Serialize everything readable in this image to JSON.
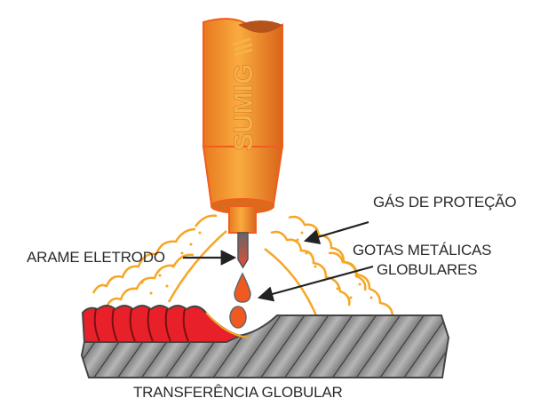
{
  "labels": {
    "shielding_gas": "GÁS DE PROTEÇÃO",
    "droplets_line1": "GOTAS METÁLICAS",
    "droplets_line2": "GLOBULARES",
    "electrode_wire": "ARAME ELETRODO",
    "caption": "TRANSFERÊNCIA GLOBULAR"
  },
  "logo": {
    "brand": "SUMIG"
  },
  "colors": {
    "torch": "#f0922e",
    "torch_edge": "#f25c1e",
    "gas": "#f6a623",
    "bead": "#e8202a",
    "droplet": "#f05a22",
    "metal": "#8a8a8a"
  }
}
